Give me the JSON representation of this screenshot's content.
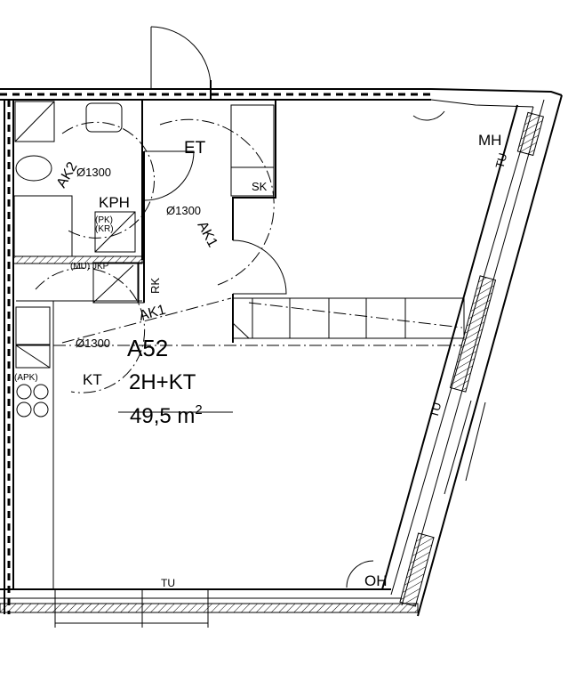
{
  "plan": {
    "apartment_id": "A52",
    "apartment_type": "2H+KT",
    "area_value": "49,5 m",
    "area_unit_exp": "2",
    "rooms": {
      "entry": "ET",
      "bathroom": "KPH",
      "kitchen": "KT",
      "bedroom": "MH",
      "living": "OH"
    },
    "labels": {
      "sk": "SK",
      "rk": "RK",
      "jkp": "(MU) JKP",
      "pk": "(PK)",
      "kr": "(KR)",
      "apk": "(APK)",
      "tu_bottom": "TU",
      "tu_right": "TU",
      "tu_mh": "TU"
    },
    "turning_circles": {
      "bath": "Ø1300",
      "entry": "Ø1300",
      "kitchen": "Ø1300"
    },
    "accessibility": {
      "ak2": "AK2",
      "ak1_entry": "AK1",
      "ak1_kitchen": "AK1"
    }
  }
}
